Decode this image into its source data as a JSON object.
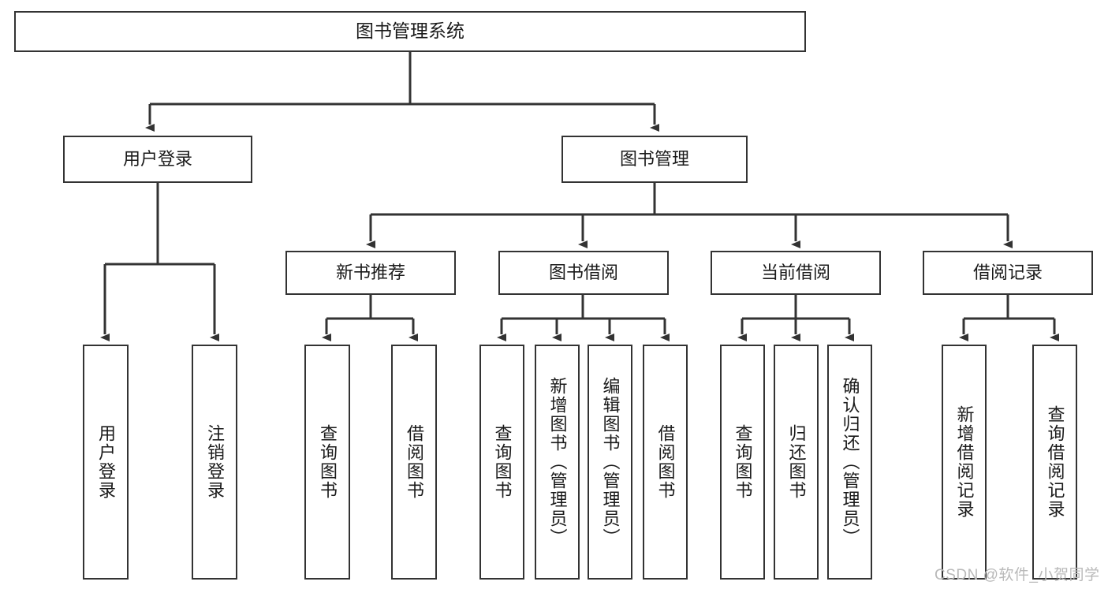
{
  "diagram": {
    "title": "图书管理系统",
    "root": {
      "label": "图书管理系统"
    },
    "level2": [
      {
        "label": "用户登录"
      },
      {
        "label": "图书管理"
      }
    ],
    "level3": [
      {
        "label": "新书推荐"
      },
      {
        "label": "图书借阅"
      },
      {
        "label": "当前借阅"
      },
      {
        "label": "借阅记录"
      }
    ],
    "leaves": {
      "user_login": [
        {
          "label": "用户登录"
        },
        {
          "label": "注销登录"
        }
      ],
      "new_book_recommend": [
        {
          "label": "查询图书"
        },
        {
          "label": "借阅图书"
        }
      ],
      "book_borrow": [
        {
          "label": "查询图书"
        },
        {
          "label": "新增图书（管理员）"
        },
        {
          "label": "编辑图书（管理员）"
        },
        {
          "label": "借阅图书"
        }
      ],
      "current_borrow": [
        {
          "label": "查询图书"
        },
        {
          "label": "归还图书"
        },
        {
          "label": "确认归还（管理员）"
        }
      ],
      "borrow_record": [
        {
          "label": "新增借阅记录"
        },
        {
          "label": "查询借阅记录"
        }
      ]
    }
  },
  "watermark": {
    "text": "CSDN @软件_小贺同学"
  },
  "colors": {
    "border": "#333333",
    "line": "#333333",
    "background": "#ffffff",
    "text": "#1a1a1a",
    "watermark": "#b9b9b9"
  }
}
